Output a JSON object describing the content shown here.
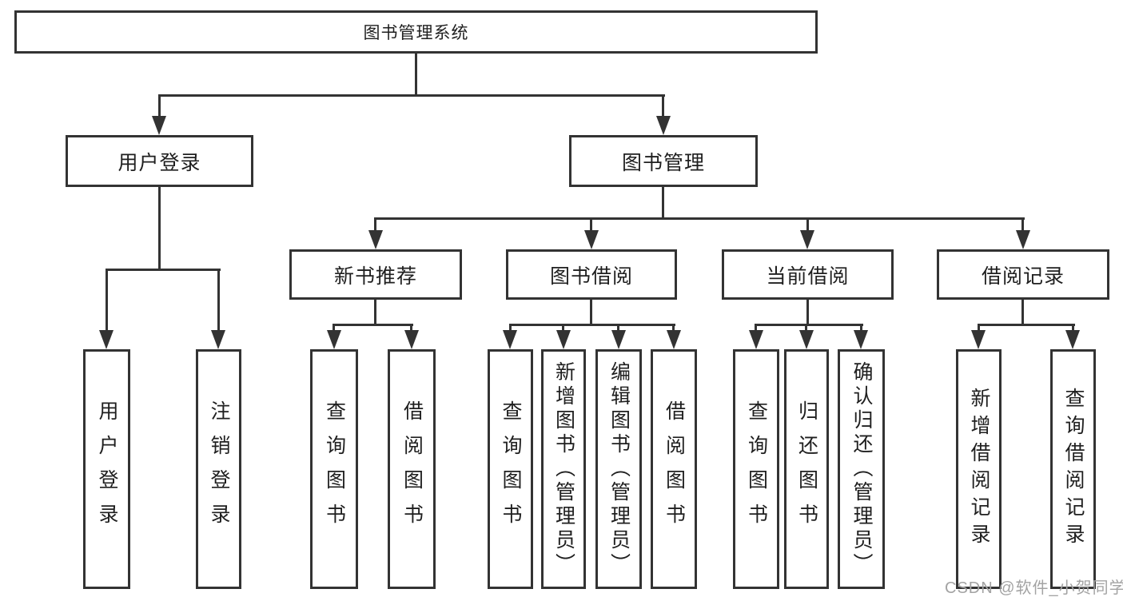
{
  "diagram": {
    "root": "图书管理系统",
    "user_login": {
      "label": "用户登录",
      "children": [
        "用户登录",
        "注销登录"
      ]
    },
    "book_mgmt": {
      "label": "图书管理",
      "sections": {
        "new_books": {
          "label": "新书推荐",
          "children": [
            "查询图书",
            "借阅图书"
          ]
        },
        "book_borrow": {
          "label": "图书借阅",
          "children": [
            "查询图书",
            "新增图书（管理员）",
            "编辑图书（管理员）",
            "借阅图书"
          ]
        },
        "current_borrow": {
          "label": "当前借阅",
          "children": [
            "查询图书",
            "归还图书",
            "确认归还（管理员）"
          ]
        },
        "borrow_records": {
          "label": "借阅记录",
          "children": [
            "新增借阅记录",
            "查询借阅记录"
          ]
        }
      }
    }
  },
  "watermark": "CSDN @软件_小贺同学",
  "colors": {
    "line": "#333333",
    "box_border": "#333333",
    "box_fill": "#ffffff",
    "text": "#1f1f1f",
    "watermark": "#a3a3a3",
    "background": "#ffffff"
  }
}
